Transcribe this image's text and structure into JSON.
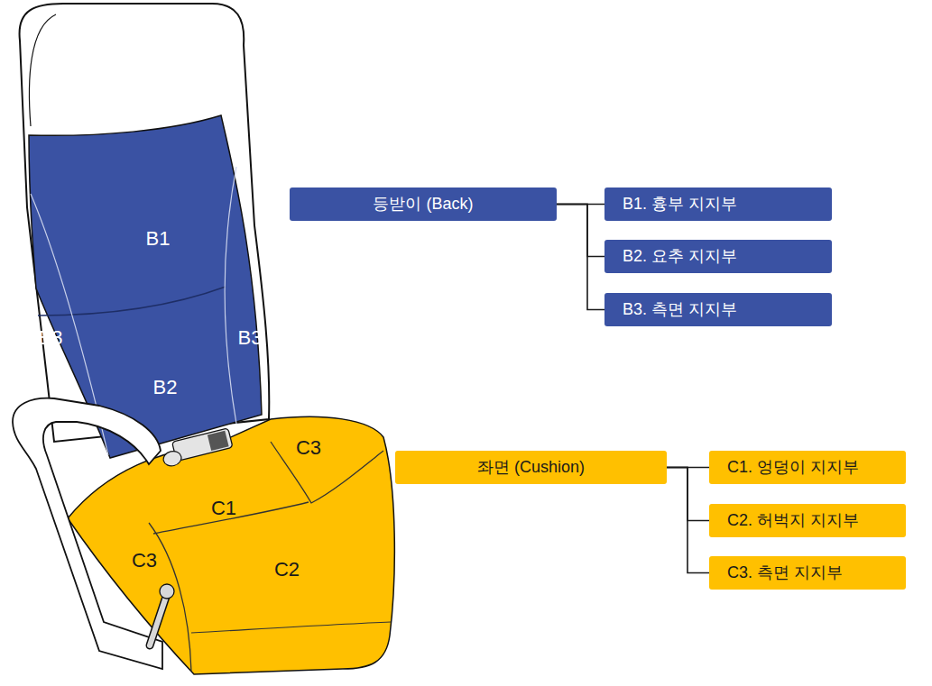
{
  "diagram": {
    "nodes": [
      {
        "text": [
          "등받이 (Back)"
        ]
      },
      {
        "text": [
          "B1. 흉부 지지부"
        ]
      },
      {
        "text": [
          "B2. 요추 지지부"
        ]
      },
      {
        "text": [
          "B3. 측면 지지부"
        ]
      },
      {
        "text": [
          "좌면 (Cushion)"
        ]
      },
      {
        "text": [
          "C1. 엉덩이 지지부"
        ]
      },
      {
        "text": [
          "C2. 허벅지 지지부"
        ]
      },
      {
        "text": [
          "C3. 측면 지지부"
        ]
      }
    ],
    "edges": [
      {
        "from": 0,
        "to": 1,
        "arrow": "none"
      },
      {
        "from": 0,
        "to": 2,
        "arrow": "none"
      },
      {
        "from": 0,
        "to": 3,
        "arrow": "none"
      },
      {
        "from": 4,
        "to": 5,
        "arrow": "none"
      },
      {
        "from": 4,
        "to": 6,
        "arrow": "none"
      },
      {
        "from": 4,
        "to": 7,
        "arrow": "none"
      }
    ],
    "labels": [
      "B1",
      "B3",
      "B3",
      "B2",
      "C3",
      "C1",
      "C3",
      "C2"
    ]
  }
}
